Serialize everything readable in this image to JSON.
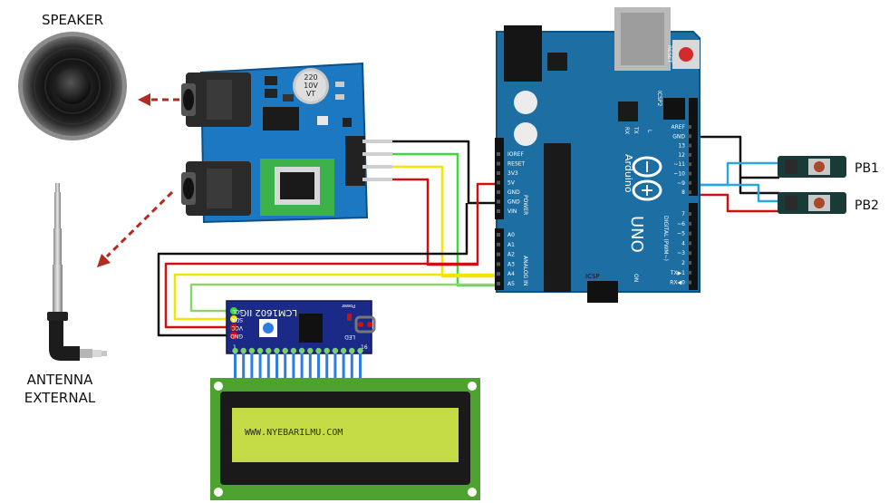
{
  "labels": {
    "speaker": "SPEAKER",
    "antenna_line1": "ANTENNA",
    "antenna_line2": "EXTERNAL",
    "pb1": "PB1",
    "pb2": "PB2"
  },
  "arduino": {
    "brand": "Arduino",
    "model": "UNO",
    "reset": "RESET",
    "icsp": "ICSP",
    "icsp2": "ICSP2",
    "tx": "TX",
    "rx": "RX",
    "on": "ON",
    "l": "L",
    "power_title": "POWER",
    "analog_title": "ANALOG IN",
    "digital_title": "DIGITAL (PWM~)",
    "power_pins": [
      "IOREF",
      "RESET",
      "3V3",
      "5V",
      "GND",
      "GND",
      "VIN"
    ],
    "analog_pins": [
      "A0",
      "A1",
      "A2",
      "A3",
      "A4",
      "A5"
    ],
    "digital_pins_top": [
      "AREF",
      "GND",
      "13",
      "12",
      "~11",
      "~10",
      "~9",
      "8"
    ],
    "digital_pins_bottom": [
      "7",
      "~6",
      "~5",
      "4",
      "~3",
      "2",
      "TX▶1",
      "RX◀0"
    ]
  },
  "i2c_module": {
    "title": "LCM1602 IIC",
    "pins": [
      "SCL",
      "SDA",
      "VCC",
      "GND"
    ],
    "power": "Power",
    "led": "LED",
    "num_left": "1",
    "num_right": "16"
  },
  "lcd": {
    "text": "WWW.NYEBARILMU.COM"
  },
  "fm_module": {
    "cap_line1": "220",
    "cap_line2": "10V",
    "cap_line3": "VT"
  },
  "colors": {
    "board_blue": "#1d6fa3",
    "wire_black": "#111111",
    "wire_red": "#d01010",
    "wire_yellow": "#f2e600",
    "wire_green": "#3adc3a",
    "wire_blue": "#29a8e0",
    "lcd_screen": "#c6dc47",
    "arrow": "#b52a1f"
  }
}
